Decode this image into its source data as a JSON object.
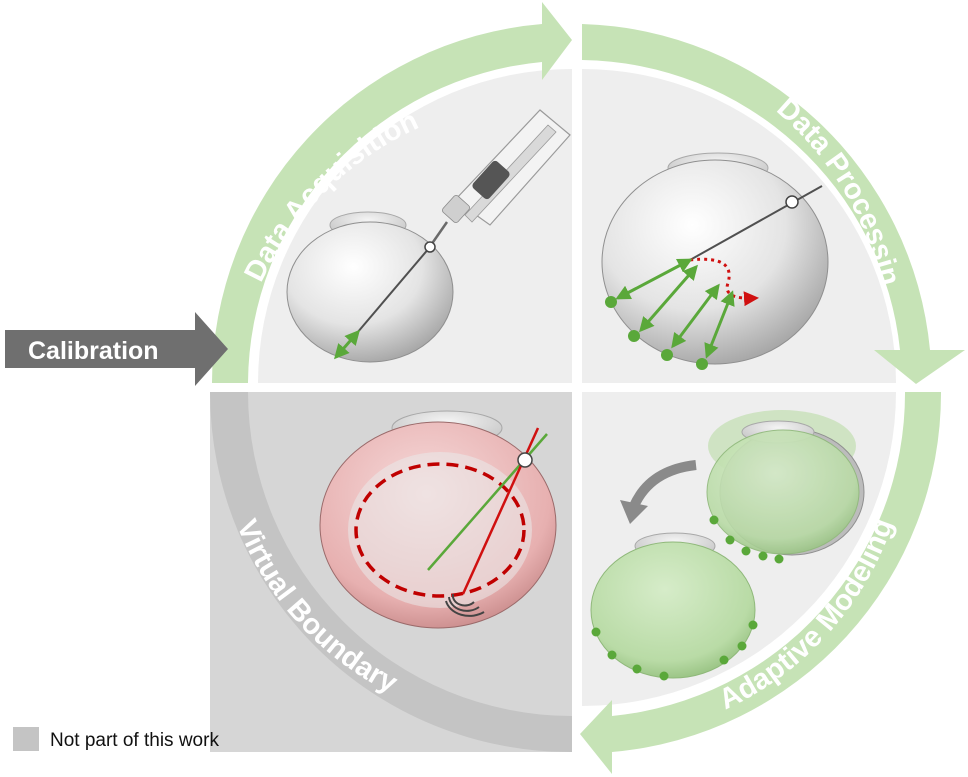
{
  "stages": {
    "acquisition": "Data Acquisition",
    "processing": "Data Processing",
    "modeling": "Adaptive Modeling",
    "boundary": "Virtual Boundary"
  },
  "calibration": "Calibration",
  "legend": {
    "label": "Not part of this work"
  },
  "colors": {
    "arrow_green": "#c6e3b6",
    "arrow_gray": "#c4c4c4",
    "panel_light": "#eeeeee",
    "panel_gray": "#d6d6d6",
    "calibration_arrow": "#6f6f6f",
    "accent_green": "#5aa83a",
    "accent_red": "#d01010",
    "boundary_pink": "#e7b0b0",
    "model_green": "#b9dba6"
  }
}
